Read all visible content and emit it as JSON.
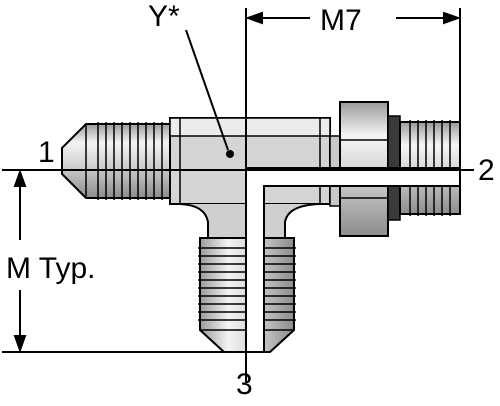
{
  "labels": {
    "port1": "1",
    "port2": "2",
    "port3": "3",
    "y_ref": "Y*",
    "m7": "M7",
    "m_typ": "M Typ."
  },
  "colors": {
    "stroke": "#000000",
    "body_fill": "#d9d9d9",
    "shade_fill": "#bdbdbd",
    "highlight_fill": "#f2f2f2",
    "background": "#ffffff"
  }
}
